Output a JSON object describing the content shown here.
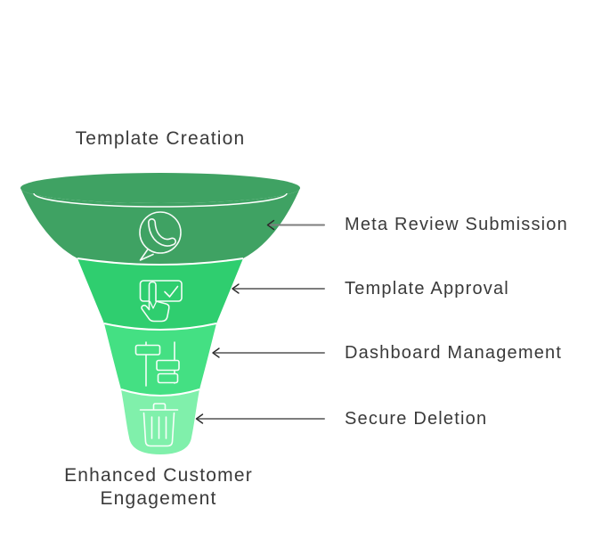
{
  "top_label": "Template Creation",
  "bottom_label": "Enhanced Customer Engagement",
  "stages": [
    {
      "label": "Meta Review Submission",
      "icon": "whatsapp-icon",
      "color": "#3fa263"
    },
    {
      "label": "Template Approval",
      "icon": "tap-approve-icon",
      "color": "#2fce6f"
    },
    {
      "label": "Dashboard Management",
      "icon": "flow-sliders-icon",
      "color": "#44e083"
    },
    {
      "label": "Secure Deletion",
      "icon": "trash-icon",
      "color": "#80f0ab"
    }
  ],
  "colors": {
    "separator": "#ffffff",
    "icon_stroke": "#ffffff",
    "arrow_line": "#7d7d7d",
    "arrow_head": "#2a2a2a",
    "text": "#3a3a3a",
    "background": "#ffffff"
  }
}
